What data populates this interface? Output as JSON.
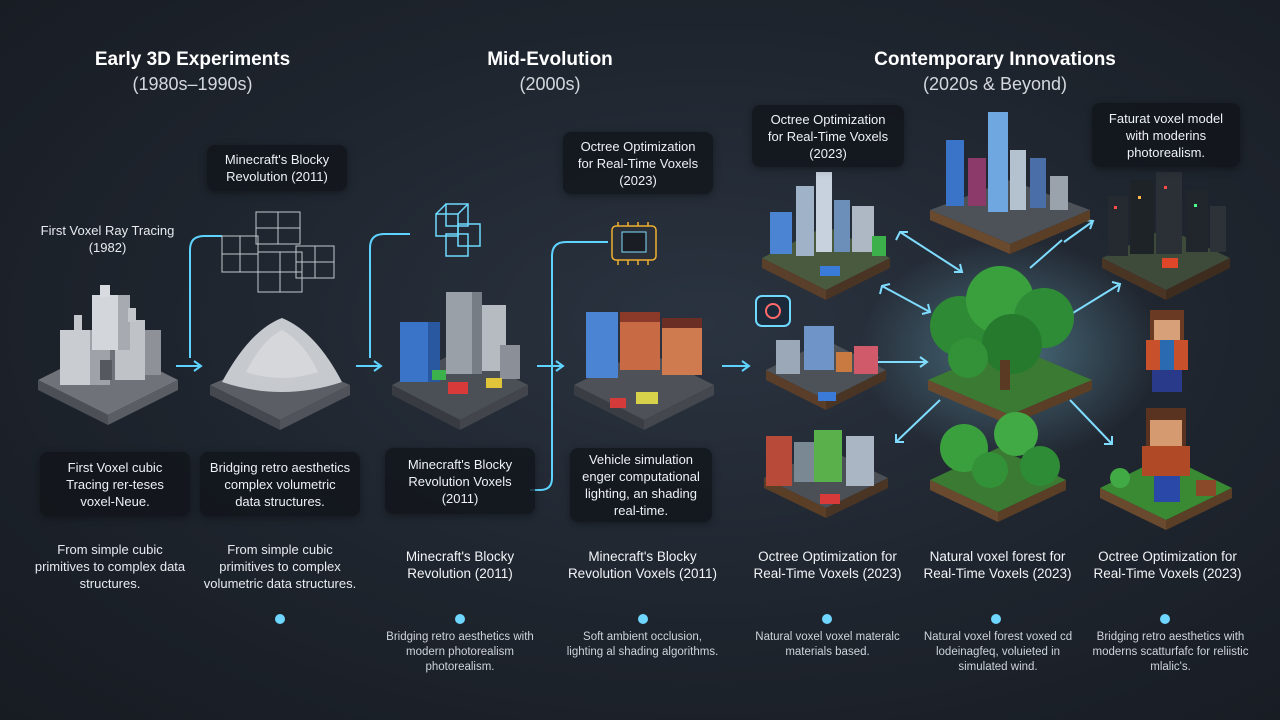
{
  "eras": [
    {
      "title": "Early 3D Experiments",
      "subtitle": "(1980s–1990s)"
    },
    {
      "title": "Mid-Evolution",
      "subtitle": "(2000s)"
    },
    {
      "title": "Contemporary Innovations",
      "subtitle": "(2020s & Beyond)"
    }
  ],
  "cards": {
    "minecraft_top": [
      "Minecraft's Blocky",
      "Revolution (2011)"
    ],
    "octree_mid": [
      "Octree Optimization",
      "for Real-Time Voxels",
      "(2023)"
    ],
    "octree_right": [
      "Octree Optimization",
      "for Real-Time Voxels",
      "(2023)"
    ],
    "faturat": [
      "Faturat voxel model",
      "with moderins",
      "photorealism."
    ],
    "first_cubic": [
      "First Voxel cubic",
      "Tracing rer-teses",
      "voxel-Neue."
    ],
    "bridging_top": [
      "Bridging retro aesthetics",
      "complex volumetric",
      "data structures."
    ],
    "minecraft_voxels": [
      "Minecraft's Blocky",
      "Revolution Voxels",
      "(2011)"
    ],
    "vehicle": [
      "Vehicle simulation",
      "enger computational",
      "lighting, an shading",
      "real-time."
    ]
  },
  "first_ray": [
    "First Voxel Ray",
    "Tracing",
    "(1982)"
  ],
  "lower_texts": {
    "from_simple_1": [
      "From simple cubic",
      "primitives to complex",
      "data structures."
    ],
    "from_simple_2": [
      "From simple cubic",
      "primitives to",
      "complex volumetric",
      "data structures."
    ],
    "minecraft_rev": [
      "Minecraft's Blocky",
      "Revolution (2011)"
    ],
    "minecraft_rev_voxels": [
      "Minecraft's Blocky",
      "Revolution Voxels",
      "(2011)"
    ],
    "octree_a": [
      "Octree Optimization",
      "for Real-Time Voxels",
      "(2023)"
    ],
    "natural_forest": [
      "Natural voxel forest",
      "for Real-Time Voxels",
      "(2023)"
    ],
    "octree_b": [
      "Octree Optimization",
      "for Real-Time Voxels",
      "(2023)"
    ]
  },
  "bottom_texts": {
    "bridging_modern": [
      "Bridging retro aesthetics",
      "with modern photorealism",
      "photorealism."
    ],
    "soft_ambient": [
      "Soft ambient occlusion,",
      "lighting al shading",
      "algorithms."
    ],
    "natural_material": [
      "Natural voxel voxel",
      "materalc",
      "materials based."
    ],
    "natural_forest_wind": [
      "Natural voxel forest",
      "voxed cd lodeinagfeq,",
      "voluieted in simulated",
      "wind."
    ],
    "bridging_scattering": [
      "Bridging retro aesthetics",
      "with moderns scatturfafc",
      "for reliistic mlalic's."
    ]
  },
  "colors": {
    "accent": "#5fd3ff",
    "background": "#1e242d",
    "card": "#11141a"
  }
}
